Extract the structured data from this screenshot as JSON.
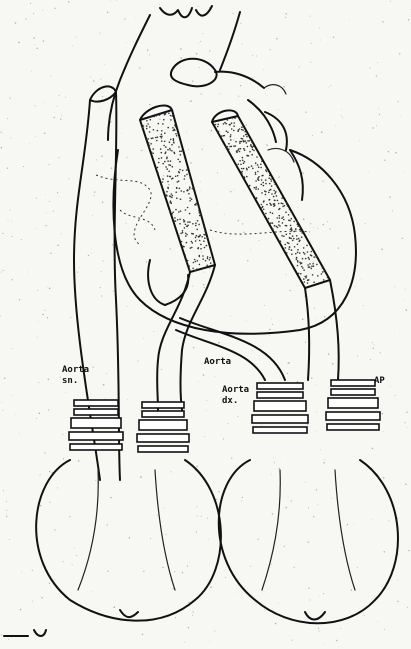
{
  "labels": {
    "aorta_sin": "Aorta\nsn.",
    "aorta": "Aorta",
    "aorta_dx": "Aorta\ndx.",
    "ap": "AP"
  },
  "colors": {
    "ink": "#111111",
    "paper": "#f7f7f4",
    "stipple": "#666666"
  }
}
